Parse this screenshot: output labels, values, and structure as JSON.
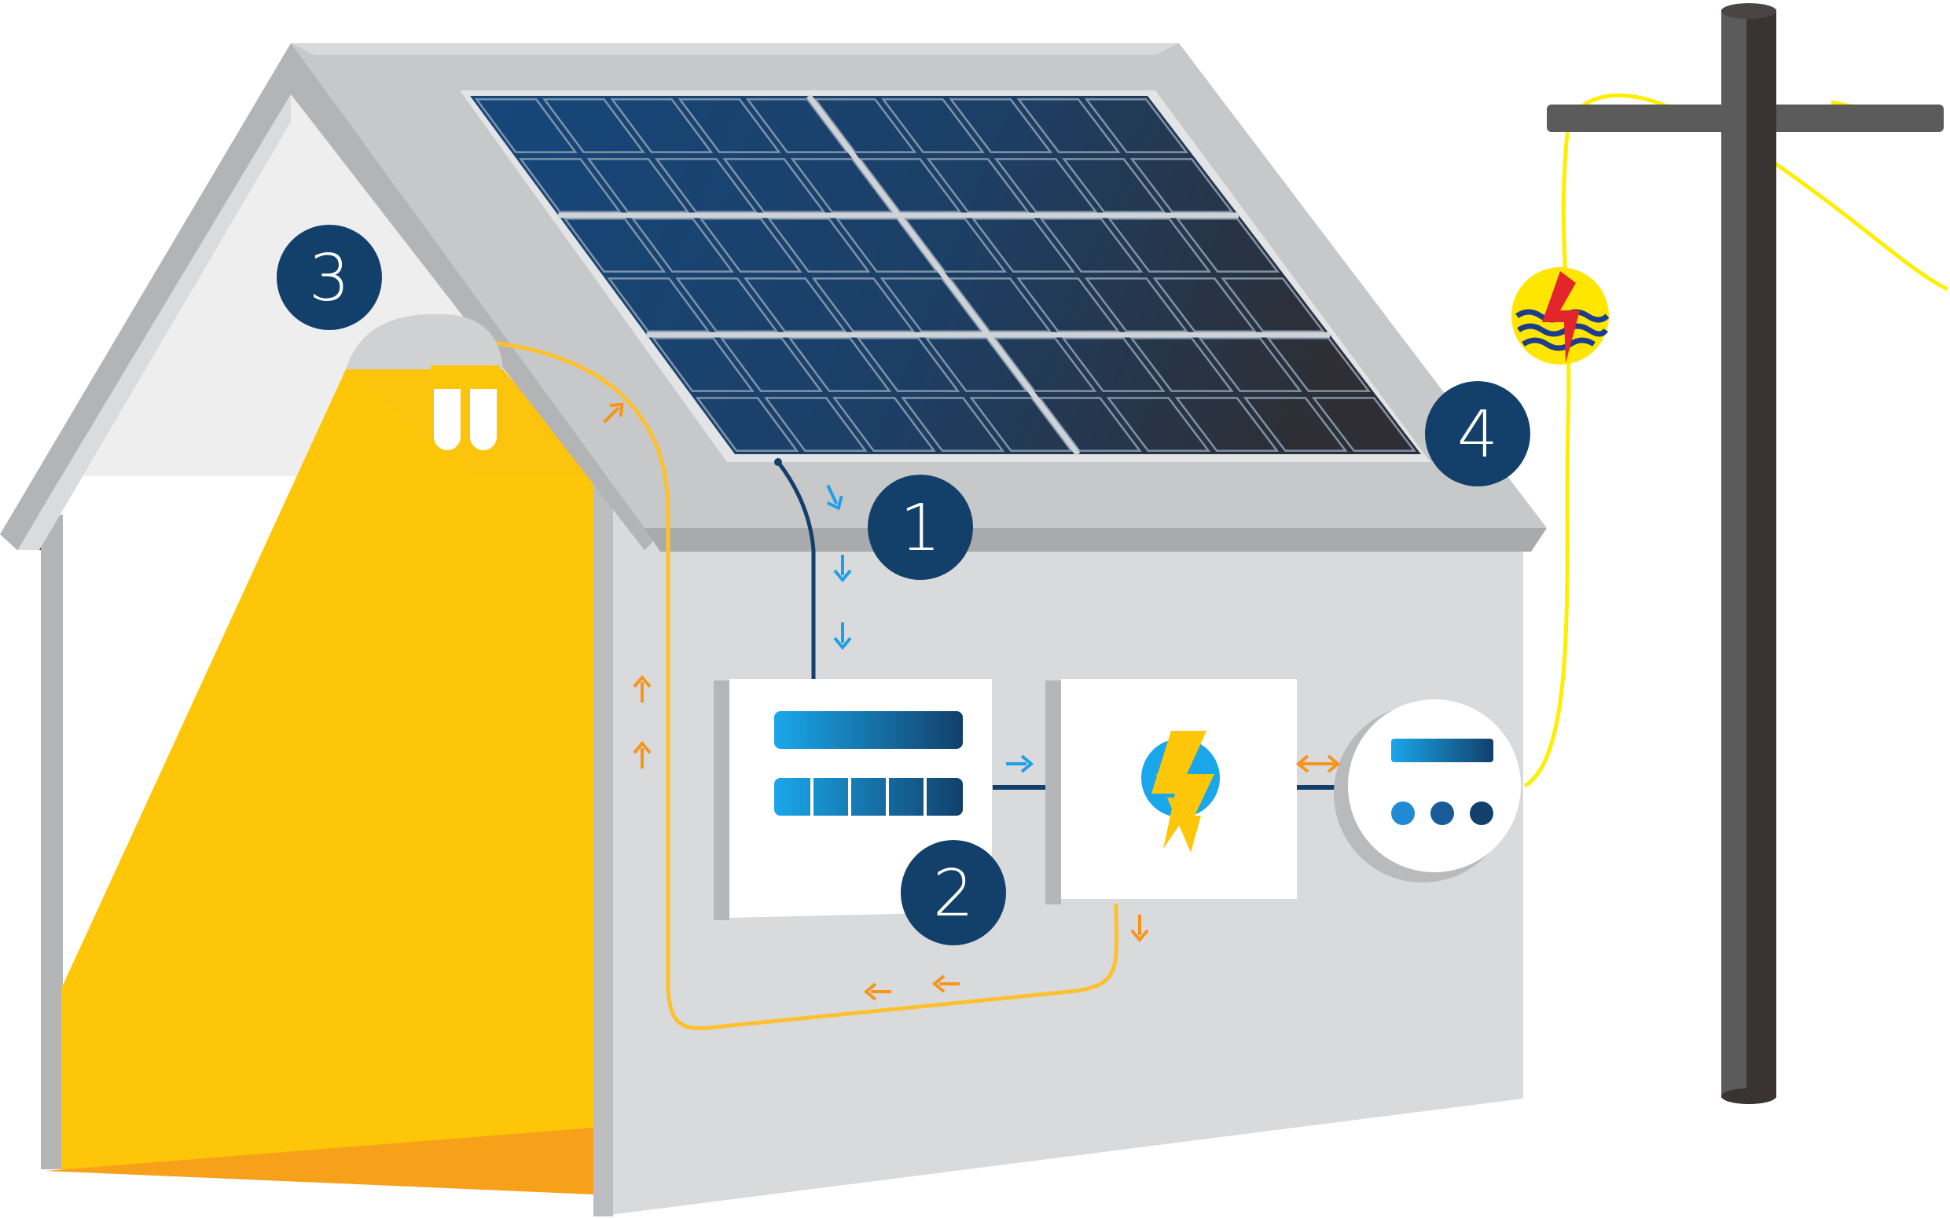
{
  "diagram": {
    "markers": [
      {
        "id": "panel-to-inverter",
        "label": "1"
      },
      {
        "id": "inverter",
        "label": "2"
      },
      {
        "id": "home-load",
        "label": "3"
      },
      {
        "id": "grid-connection",
        "label": "4"
      }
    ],
    "colors": {
      "marker_fill": "#12406b",
      "panel_light": "#15477b",
      "panel_dark": "#2e2e34",
      "house_wall": "#d9dadb",
      "roof": "#c7c8c9",
      "interior_light": "#fdc609",
      "floor": "#f7a11a",
      "home_wire": "#fdc12e",
      "grid_wire": "#ffee00",
      "dc_arrow": "#1ea0e6",
      "ac_arrow": "#f7941d",
      "pole": "#3a3333",
      "crossarm": "#5b5b5c",
      "pln_red": "#e3262b",
      "pln_blue": "#1e3c8c",
      "pln_yellow": "#ffe600"
    },
    "icons": [
      "solar-panel-icon",
      "inverter-display-icon",
      "lightning-icon",
      "electric-meter-icon",
      "light-bulb-icon",
      "utility-pole-icon",
      "grid-company-logo-icon"
    ]
  }
}
